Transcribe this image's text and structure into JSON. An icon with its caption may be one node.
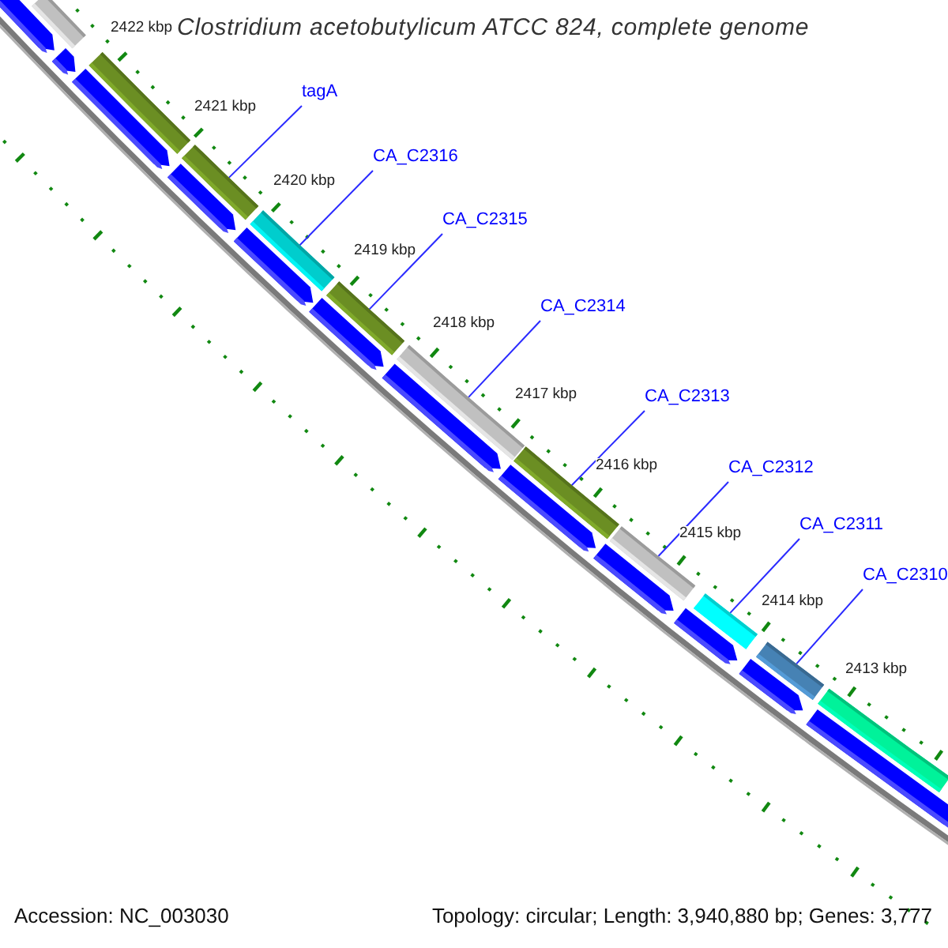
{
  "diagram": {
    "title": "Clostridium acetobutylicum ATCC 824, complete genome",
    "nodes": [
      {
        "text": [
          "tagA"
        ]
      },
      {
        "text": [
          "CA_C2316"
        ]
      },
      {
        "text": [
          "CA_C2315"
        ]
      },
      {
        "text": [
          "CA_C2314"
        ]
      },
      {
        "text": [
          "CA_C2313"
        ]
      },
      {
        "text": [
          "CA_C2312"
        ]
      },
      {
        "text": [
          "CA_C2311"
        ]
      },
      {
        "text": [
          "CA_C2310"
        ]
      },
      {
        "text": [],
        "shape": "bar"
      },
      {
        "text": [],
        "shape": "bar"
      },
      {
        "text": [],
        "shape": "bar"
      },
      {
        "text": [],
        "shape": "bar"
      },
      {
        "text": [],
        "shape": "bar"
      },
      {
        "text": [],
        "shape": "bar"
      },
      {
        "text": [],
        "shape": "bar"
      },
      {
        "text": [],
        "shape": "bar"
      },
      {
        "text": [],
        "shape": "bar"
      },
      {
        "text": [],
        "shape": "bar"
      },
      {
        "text": [],
        "shape": "bar"
      },
      {
        "text": [],
        "shape": "pentagon"
      },
      {
        "text": [],
        "shape": "pentagon"
      },
      {
        "text": [],
        "shape": "pentagon"
      },
      {
        "text": [],
        "shape": "pentagon"
      },
      {
        "text": [],
        "shape": "pentagon"
      },
      {
        "text": [],
        "shape": "pentagon"
      },
      {
        "text": [],
        "shape": "pentagon"
      },
      {
        "text": [],
        "shape": "pentagon"
      },
      {
        "text": [],
        "shape": "pentagon"
      },
      {
        "text": [],
        "shape": "pentagon"
      },
      {
        "text": [],
        "shape": "pentagon"
      },
      {
        "text": [],
        "shape": "pentagon"
      }
    ],
    "edges": [
      {
        "from": 0,
        "to": 10,
        "arrow": "none"
      },
      {
        "from": 1,
        "to": 11,
        "arrow": "none"
      },
      {
        "from": 2,
        "to": 12,
        "arrow": "none"
      },
      {
        "from": 3,
        "to": 13,
        "arrow": "none"
      },
      {
        "from": 4,
        "to": 14,
        "arrow": "none"
      },
      {
        "from": 5,
        "to": 15,
        "arrow": "none"
      },
      {
        "from": 6,
        "to": 16,
        "arrow": "none"
      },
      {
        "from": 7,
        "to": 17,
        "arrow": "none"
      }
    ],
    "labels": [
      "2422 kbp",
      "2421 kbp",
      "2420 kbp",
      "2419 kbp",
      "2418 kbp",
      "2417 kbp",
      "2416 kbp",
      "2415 kbp",
      "2414 kbp",
      "2413 kbp",
      "Accession: NC_003030",
      "Topology: circular; Length: 3,940,880 bp; Genes: 3,777"
    ]
  }
}
